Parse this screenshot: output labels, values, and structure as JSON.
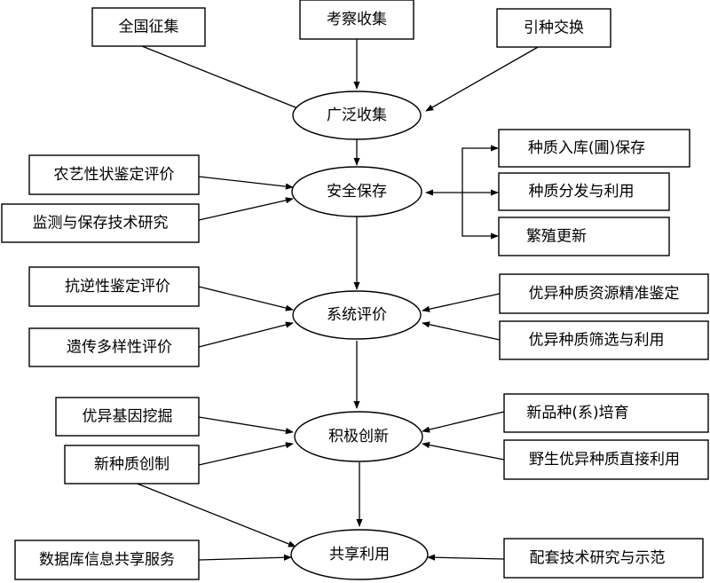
{
  "diagram": {
    "hubs": {
      "collect": "广泛收集",
      "preserve": "安全保存",
      "evaluate": "系统评价",
      "innovate": "积极创新",
      "share": "共享利用"
    },
    "boxes": {
      "national": "全国征集",
      "survey": "考察收集",
      "introduce": "引种交换",
      "agro_eval": "农艺性状鉴定评价",
      "monitor": "监测与保存技术研究",
      "storage": "种质入库(圃)保存",
      "distribute": "种质分发与利用",
      "regenerate": "繁殖更新",
      "stress_eval": "抗逆性鉴定评价",
      "diversity_eval": "遗传多样性评价",
      "precise_id": "优异种质资源精准鉴定",
      "screening": "优异种质筛选与利用",
      "gene_mining": "优异基因挖掘",
      "germplasm_create": "新种质创制",
      "breeding": "新品种(系)培育",
      "wild_use": "野生优异种质直接利用",
      "database": "数据库信息共享服务",
      "support_tech": "配套技术研究与示范"
    }
  },
  "colors": {
    "stroke": "#000000",
    "background": "#ffffff",
    "text": "#000000"
  }
}
